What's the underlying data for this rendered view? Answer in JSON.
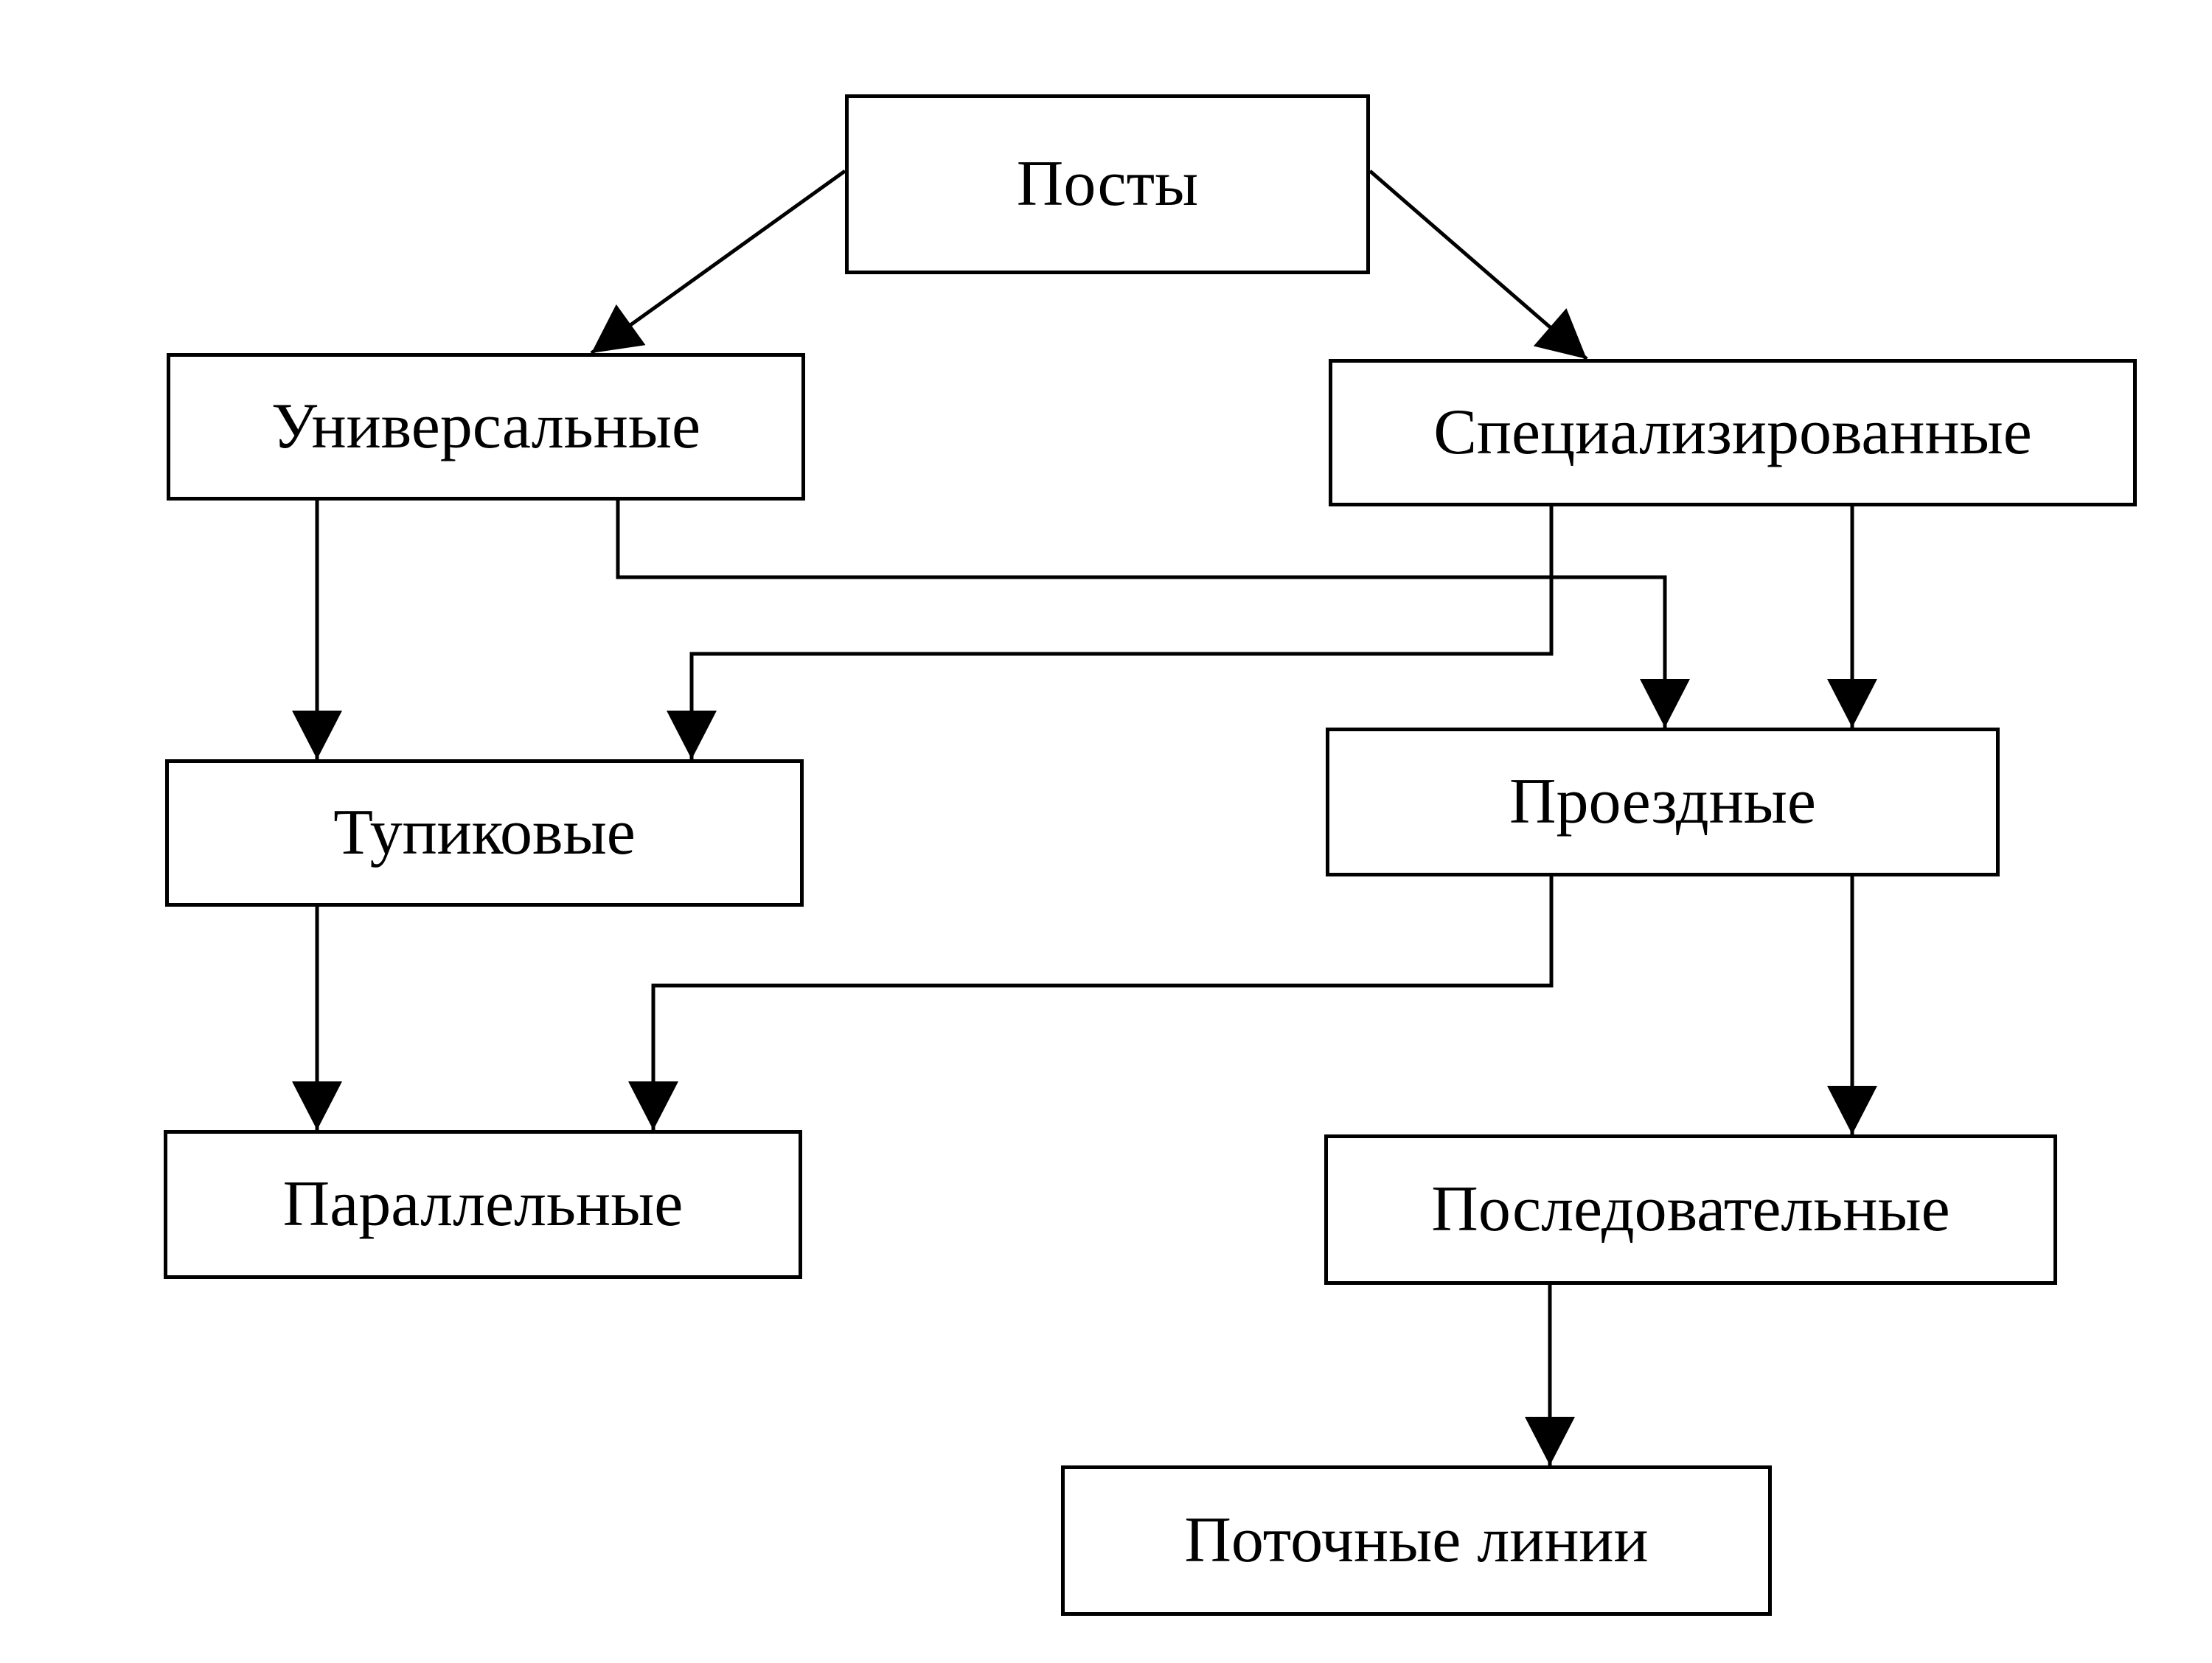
{
  "diagram": {
    "nodes": {
      "posts": "Посты",
      "universal": "Универсальные",
      "specialized": "Специализированные",
      "deadend": "Тупиковые",
      "through": "Проездные",
      "parallel": "Параллельные",
      "sequential": "Последовательные",
      "flowlines": "Поточные линии"
    },
    "edges": [
      {
        "from": "posts",
        "to": "universal"
      },
      {
        "from": "posts",
        "to": "specialized"
      },
      {
        "from": "universal",
        "to": "deadend"
      },
      {
        "from": "universal",
        "to": "through"
      },
      {
        "from": "specialized",
        "to": "deadend"
      },
      {
        "from": "specialized",
        "to": "through"
      },
      {
        "from": "deadend",
        "to": "parallel"
      },
      {
        "from": "through",
        "to": "parallel"
      },
      {
        "from": "through",
        "to": "sequential"
      },
      {
        "from": "sequential",
        "to": "flowlines"
      }
    ],
    "colors": {
      "stroke": "#000000",
      "background": "#ffffff"
    }
  }
}
